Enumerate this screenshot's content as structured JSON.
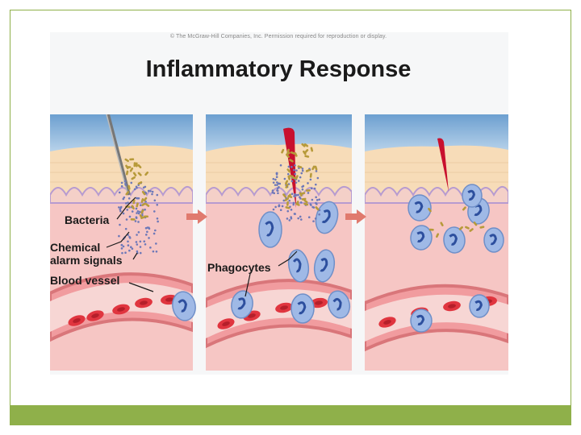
{
  "header": {
    "copyright": "© The McGraw-Hill Companies, Inc. Permission required for reproduction or display.",
    "title": "Inflammatory Response"
  },
  "labels": {
    "bacteria": "Bacteria",
    "chemical_alarm_signals_line1": "Chemical",
    "chemical_alarm_signals_line2": "alarm signals",
    "blood_vessel": "Blood vessel",
    "phagocytes": "Phagocytes"
  },
  "colors": {
    "frame_accent": "#8fb04a",
    "skin_surface": "#f7dcb8",
    "tissue": "#f6c6c4",
    "vessel_wall": "#e48a8c",
    "red_blood_cell": "#e0353f",
    "phagocyte": "#9fb9e6",
    "wound": "#c8102e",
    "stage_arrow": "#e07a6e"
  }
}
